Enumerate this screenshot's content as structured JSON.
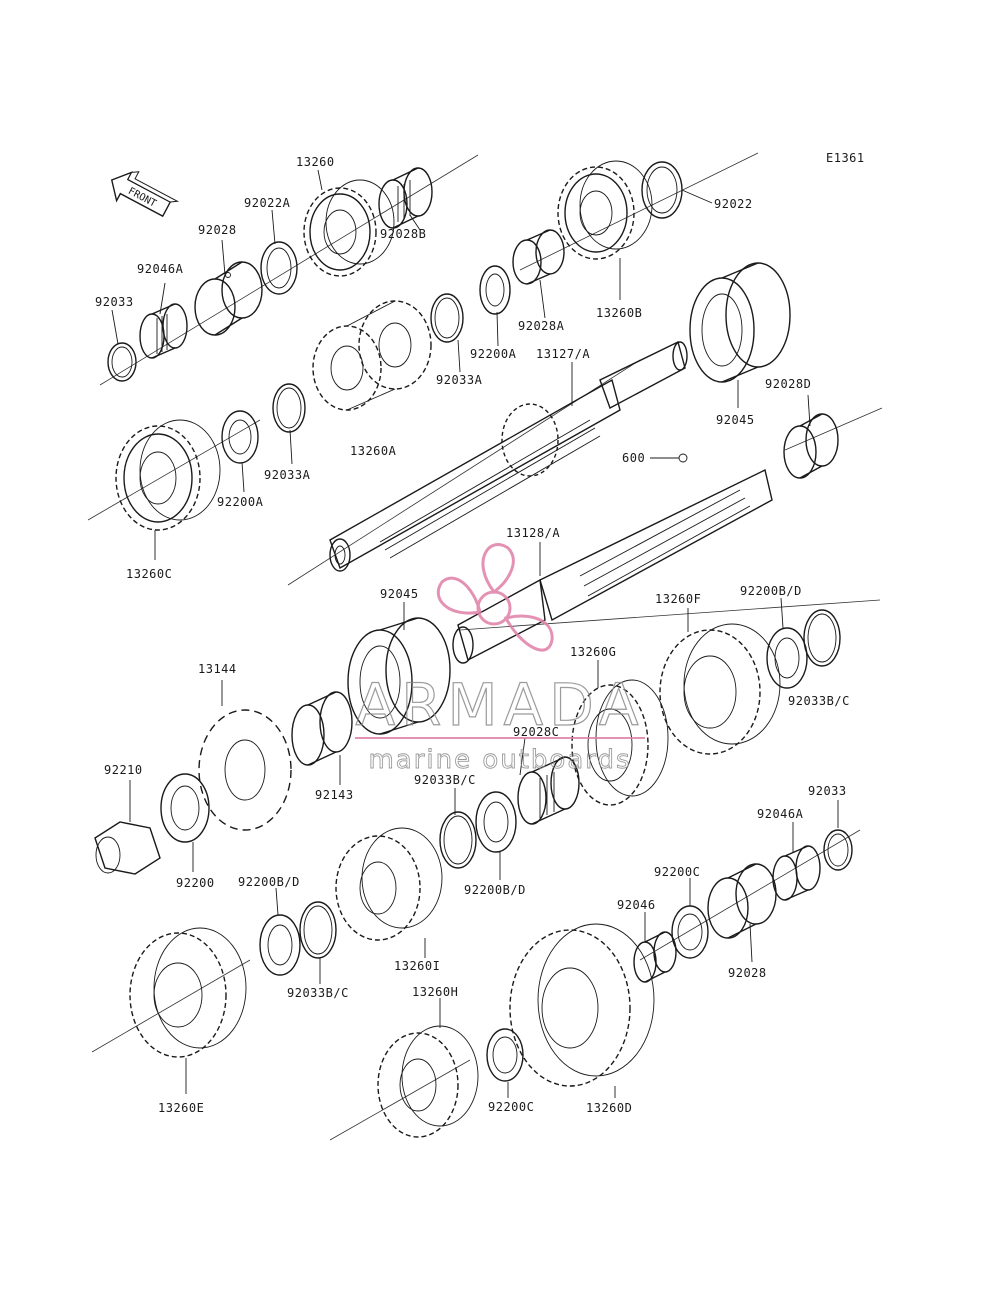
{
  "diagram": {
    "code": "E1361",
    "front_label": "FRONT",
    "parts": [
      {
        "id": "p-92033-a",
        "label": "92033"
      },
      {
        "id": "p-92046a-a",
        "label": "92046A"
      },
      {
        "id": "p-92028-a",
        "label": "92028"
      },
      {
        "id": "p-92022a",
        "label": "92022A"
      },
      {
        "id": "p-13260",
        "label": "13260"
      },
      {
        "id": "p-92028b",
        "label": "92028B"
      },
      {
        "id": "p-92022",
        "label": "92022"
      },
      {
        "id": "p-13260b",
        "label": "13260B"
      },
      {
        "id": "p-92028a",
        "label": "92028A"
      },
      {
        "id": "p-92200a-a",
        "label": "92200A"
      },
      {
        "id": "p-13127a",
        "label": "13127/A"
      },
      {
        "id": "p-92033a-a",
        "label": "92033A"
      },
      {
        "id": "p-13260a",
        "label": "13260A"
      },
      {
        "id": "p-92045-a",
        "label": "92045"
      },
      {
        "id": "p-92028d",
        "label": "92028D"
      },
      {
        "id": "p-92033a-b",
        "label": "92033A"
      },
      {
        "id": "p-92200a-b",
        "label": "92200A"
      },
      {
        "id": "p-13260c",
        "label": "13260C"
      },
      {
        "id": "p-600",
        "label": "600"
      },
      {
        "id": "p-13128a",
        "label": "13128/A"
      },
      {
        "id": "p-92045-b",
        "label": "92045"
      },
      {
        "id": "p-13260f",
        "label": "13260F"
      },
      {
        "id": "p-92200bd-a",
        "label": "92200B/D"
      },
      {
        "id": "p-13144",
        "label": "13144"
      },
      {
        "id": "p-13260g",
        "label": "13260G"
      },
      {
        "id": "p-92033bc-a",
        "label": "92033B/C"
      },
      {
        "id": "p-92028c",
        "label": "92028C"
      },
      {
        "id": "p-92210",
        "label": "92210"
      },
      {
        "id": "p-92143",
        "label": "92143"
      },
      {
        "id": "p-92033bc-b",
        "label": "92033B/C"
      },
      {
        "id": "p-92033-b",
        "label": "92033"
      },
      {
        "id": "p-92046a-b",
        "label": "92046A"
      },
      {
        "id": "p-92200",
        "label": "92200"
      },
      {
        "id": "p-92200bd-b",
        "label": "92200B/D"
      },
      {
        "id": "p-92200c-a",
        "label": "92200C"
      },
      {
        "id": "p-92200bd-c",
        "label": "92200B/D"
      },
      {
        "id": "p-92046",
        "label": "92046"
      },
      {
        "id": "p-13260i",
        "label": "13260I"
      },
      {
        "id": "p-92033bc-c",
        "label": "92033B/C"
      },
      {
        "id": "p-92028-b",
        "label": "92028"
      },
      {
        "id": "p-13260h",
        "label": "13260H"
      },
      {
        "id": "p-13260e",
        "label": "13260E"
      },
      {
        "id": "p-92200c-b",
        "label": "92200C"
      },
      {
        "id": "p-13260d",
        "label": "13260D"
      }
    ]
  },
  "watermark": {
    "brand": "ARMADA",
    "tagline": "marine outboards",
    "accent_color": "#e07fa6"
  }
}
